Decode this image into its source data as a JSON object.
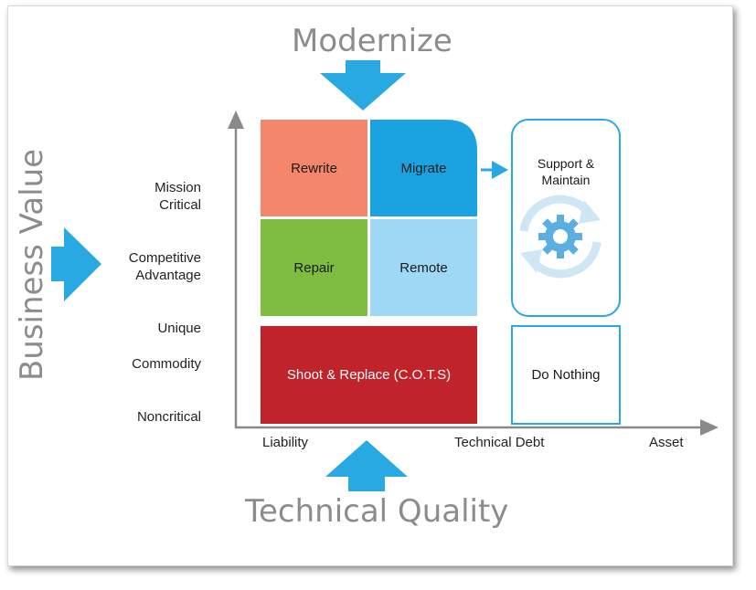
{
  "title_top": "Modernize",
  "title_bottom": "Technical Quality",
  "title_left": "Business Value",
  "y_axis_labels": {
    "mission_critical": "Mission\nCritical",
    "competitive_advantage": "Competitive\nAdvantage",
    "unique": "Unique",
    "commodity": "Commodity",
    "noncritical": "Noncritical"
  },
  "x_axis_labels": {
    "liability": "Liability",
    "technical_debt": "Technical Debt",
    "asset": "Asset"
  },
  "quadrants": {
    "rewrite": "Rewrite",
    "migrate": "Migrate",
    "repair": "Repair",
    "remote": "Remote",
    "shoot_replace": "Shoot & Replace (C.O.T.S)",
    "support_maintain": "Support &\nMaintain",
    "do_nothing": "Do Nothing"
  },
  "colors": {
    "rewrite": "#f4876b",
    "migrate": "#1aa3e0",
    "repair": "#7ebd42",
    "remote": "#9fd8f5",
    "shoot_replace": "#c0232a",
    "accent_arrow": "#29a9e1",
    "outline_box": "#29a9e1",
    "axis": "#8a8a8a",
    "gear": "#5aaee0"
  },
  "icons": {
    "top_arrow": "down-arrow-icon",
    "bottom_arrow": "up-arrow-icon",
    "left_arrow": "right-arrow-icon",
    "migrate_arrow": "right-arrow-icon",
    "cycle": "gear-cycle-icon"
  }
}
